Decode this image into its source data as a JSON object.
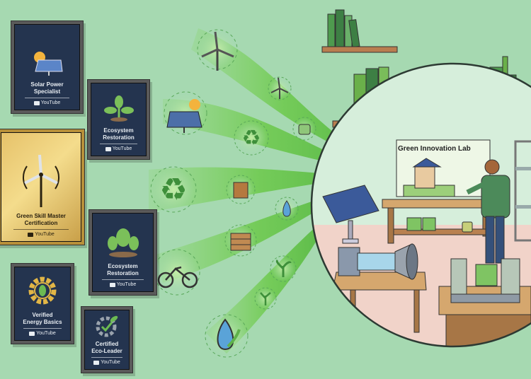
{
  "certificates": [
    {
      "title_line1": "Solar Power",
      "title_line2": "Specialist",
      "badge": "YouTube",
      "icon": "solar-panel-icon"
    },
    {
      "title_line1": "Ecosystem",
      "title_line2": "Restoration",
      "badge": "YouTube",
      "icon": "sprout-icon"
    },
    {
      "title_line1": "Green Skill Master",
      "title_line2": "Certification",
      "badge": "YouTube",
      "icon": "wind-turbine-icon"
    },
    {
      "title_line1": "Ecosystem",
      "title_line2": "Restoration",
      "badge": "YouTube",
      "icon": "trees-icon"
    },
    {
      "title_line1": "Verified",
      "title_line2": "Energy Basics",
      "badge": "YouTube",
      "icon": "leaf-gear-icon"
    },
    {
      "title_line1": "Certified",
      "title_line2": "Eco-Leader",
      "badge": "YouTube",
      "icon": "check-gear-icon"
    }
  ],
  "lab": {
    "sign": "Green Innovation Lab"
  },
  "colors": {
    "background": "#a6d9b1",
    "navy": "#24344f",
    "gold": "#e6c26a",
    "swoosh": "#6cc94a"
  }
}
